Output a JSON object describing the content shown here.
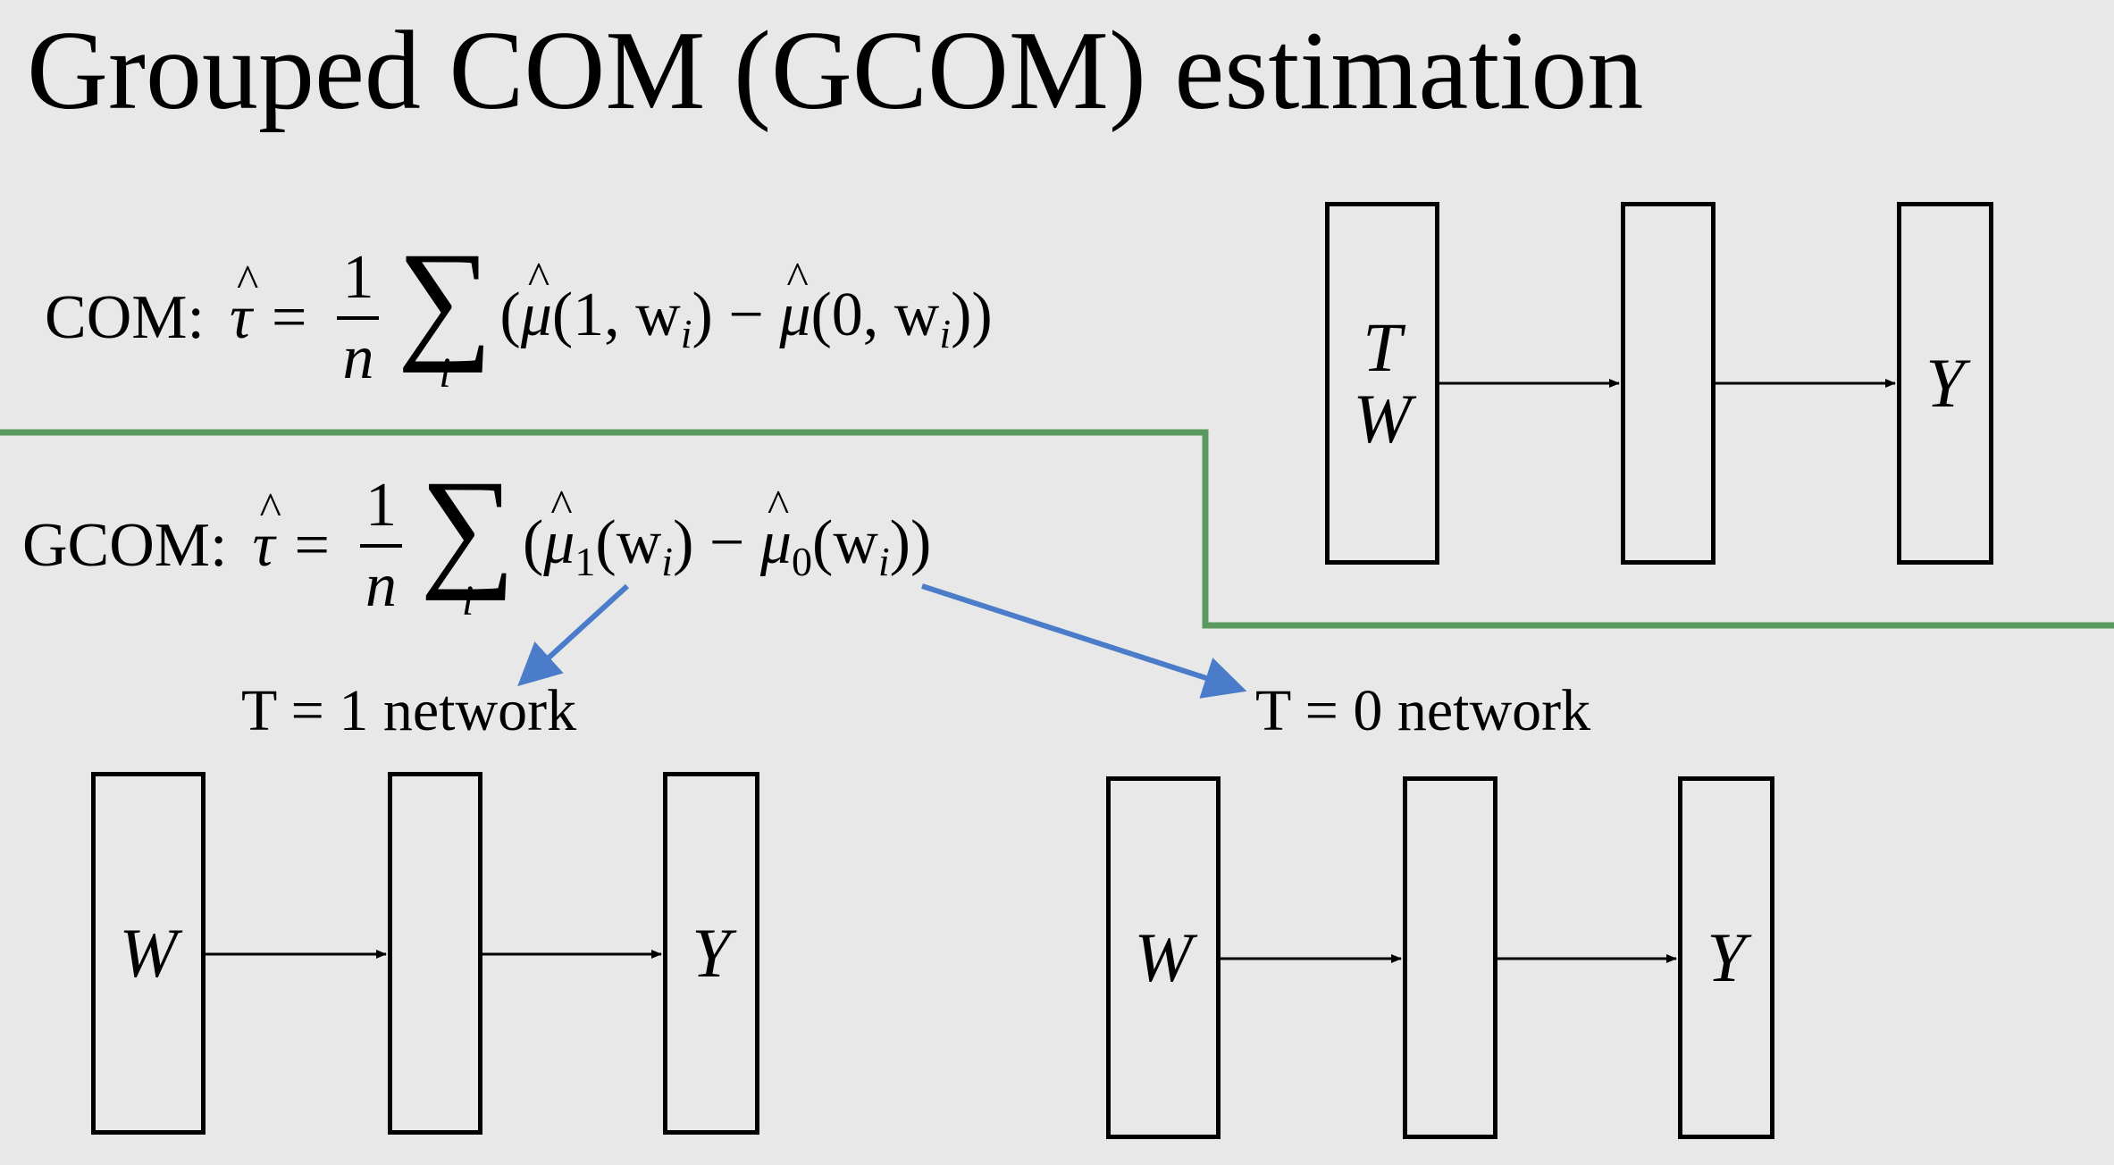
{
  "title": "Grouped COM (GCOM) estimation",
  "com_formula": {
    "label": "COM:",
    "tau": "τ",
    "equals": "=",
    "numerator": "1",
    "denominator": "n",
    "sum_symbol": "∑",
    "sum_index": "i",
    "mu": "μ",
    "body_1": "(1, w",
    "body_2": ") − ",
    "body_3": "(0, w",
    "body_4": "))",
    "open": "(",
    "idx": "i"
  },
  "gcom_formula": {
    "label": "GCOM:",
    "tau": "τ",
    "equals": "=",
    "numerator": "1",
    "denominator": "n",
    "sum_symbol": "∑",
    "sum_index": "i",
    "mu": "μ",
    "sub1": "1",
    "sub0": "0",
    "open": "(",
    "w_open": "(w",
    "idx": "i",
    "mid": ") − ",
    "close": "))"
  },
  "t1_label": "T = 1 network",
  "t0_label": "T = 0 network",
  "com_network": {
    "input_top": "T",
    "input_bottom": "W",
    "output": "Y"
  },
  "t1_network": {
    "input": "W",
    "output": "Y"
  },
  "t0_network": {
    "input": "W",
    "output": "Y"
  },
  "colors": {
    "background": "#e8e8e8",
    "divider": "#5a9a5e",
    "arrow_pointer": "#4a7cc9"
  }
}
